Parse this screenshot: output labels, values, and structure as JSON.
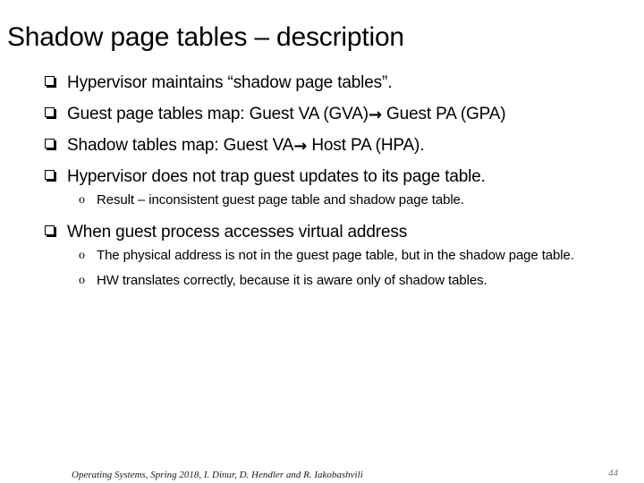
{
  "slide": {
    "title": "Shadow page tables – description",
    "background_color": "#ffffff",
    "text_color": "#000000",
    "bullet_glyph_level1": "q",
    "bullet_glyph_level2": "o",
    "arrow_glyph": "→",
    "content": [
      {
        "level": 1,
        "text_before_arrow": "Hypervisor maintains “shadow page tables”.",
        "text_after_arrow": ""
      },
      {
        "level": 1,
        "text_before_arrow": "Guest page tables map: Guest VA (GVA)",
        "text_after_arrow": " Guest PA (GPA)"
      },
      {
        "level": 1,
        "text_before_arrow": "Shadow tables map: Guest VA",
        "text_after_arrow": " Host PA (HPA)."
      },
      {
        "level": 1,
        "text_before_arrow": "Hypervisor does not trap guest updates to its page table.",
        "text_after_arrow": ""
      },
      {
        "level": 2,
        "text_before_arrow": "Result – inconsistent guest page table and shadow page table.",
        "text_after_arrow": ""
      },
      {
        "level": 1,
        "text_before_arrow": "When guest process accesses virtual address",
        "text_after_arrow": ""
      },
      {
        "level": 2,
        "text_before_arrow": "The physical address is not in the guest page table, but in the shadow page table.",
        "text_after_arrow": ""
      },
      {
        "level": 2,
        "text_before_arrow": "HW translates correctly, because it is aware only of shadow tables.",
        "text_after_arrow": ""
      }
    ]
  },
  "footer": {
    "note": "Operating Systems, Spring 2018, I. Dinur, D. Hendler and R. Iakobashvili",
    "page_number": "44",
    "page_number_color": "#7a7a7a"
  }
}
